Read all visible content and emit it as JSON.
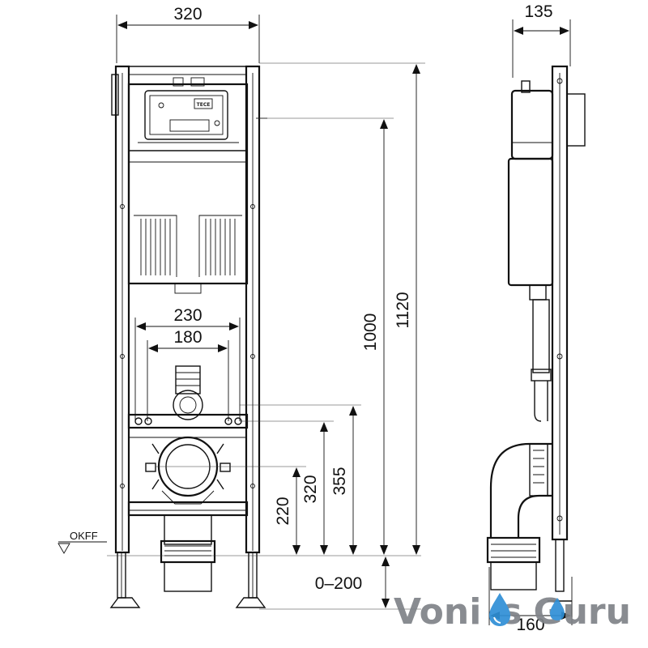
{
  "front_view": {
    "dim_width": "320",
    "dim_flush_plate_area": "230",
    "dim_rod_spacing": "180",
    "dim_outlet_height": "220",
    "dim_rod_height_low": "320",
    "dim_rod_height_high": "355",
    "dim_frame_height": "1000",
    "dim_total_height": "1120",
    "dim_leg_adjust": "0–200",
    "floor_label": "OKFF",
    "cistern_badge": "TECE"
  },
  "side_view": {
    "dim_depth_top": "135",
    "dim_depth_bottom": "160"
  },
  "watermark": {
    "part1": "Voni",
    "part2": "s",
    "part3": "Guru",
    "drop_color": "#2f8fd6",
    "text_color": "#7f8388"
  },
  "colors": {
    "line": "#111111",
    "background": "#ffffff"
  }
}
